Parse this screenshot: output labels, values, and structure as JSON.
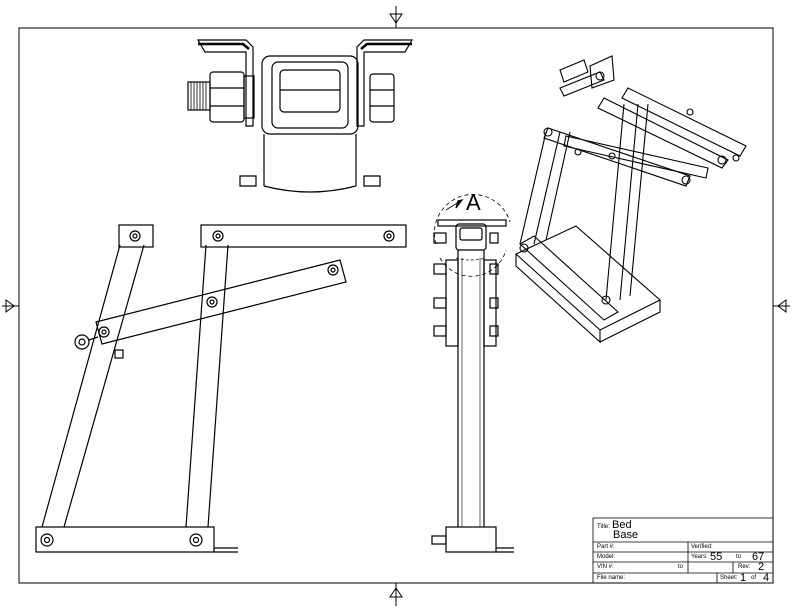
{
  "title_block": {
    "title_label": "Title:",
    "title_line1": "Bed",
    "title_line2": "Base",
    "part_label": "Part #:",
    "verified_label": "Verified:",
    "model_label": "Model:",
    "years_label": "Years:",
    "year_from": "55",
    "to_label": "to",
    "year_to": "67",
    "vin_label": "VIN #:",
    "vin_to_label": "to",
    "rev_label": "Rev:",
    "rev_value": "2",
    "file_label": "File name:",
    "sheet_label": "Sheet:",
    "sheet_num": "1",
    "of_label": "of",
    "sheet_total": "4"
  },
  "detail_callout": "A"
}
